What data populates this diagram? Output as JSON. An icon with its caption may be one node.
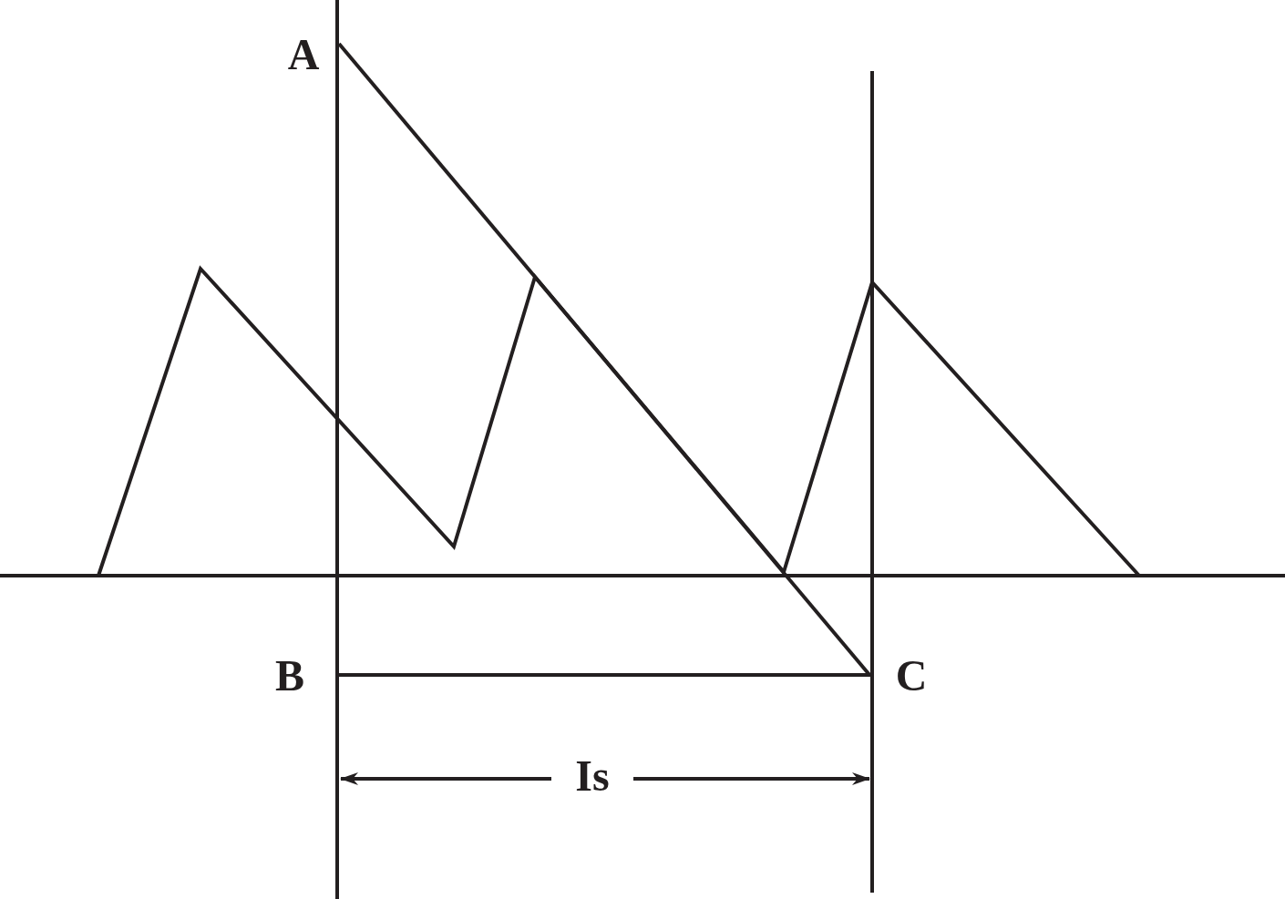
{
  "diagram": {
    "labels": [
      "A",
      "B",
      "C",
      "Is"
    ]
  }
}
